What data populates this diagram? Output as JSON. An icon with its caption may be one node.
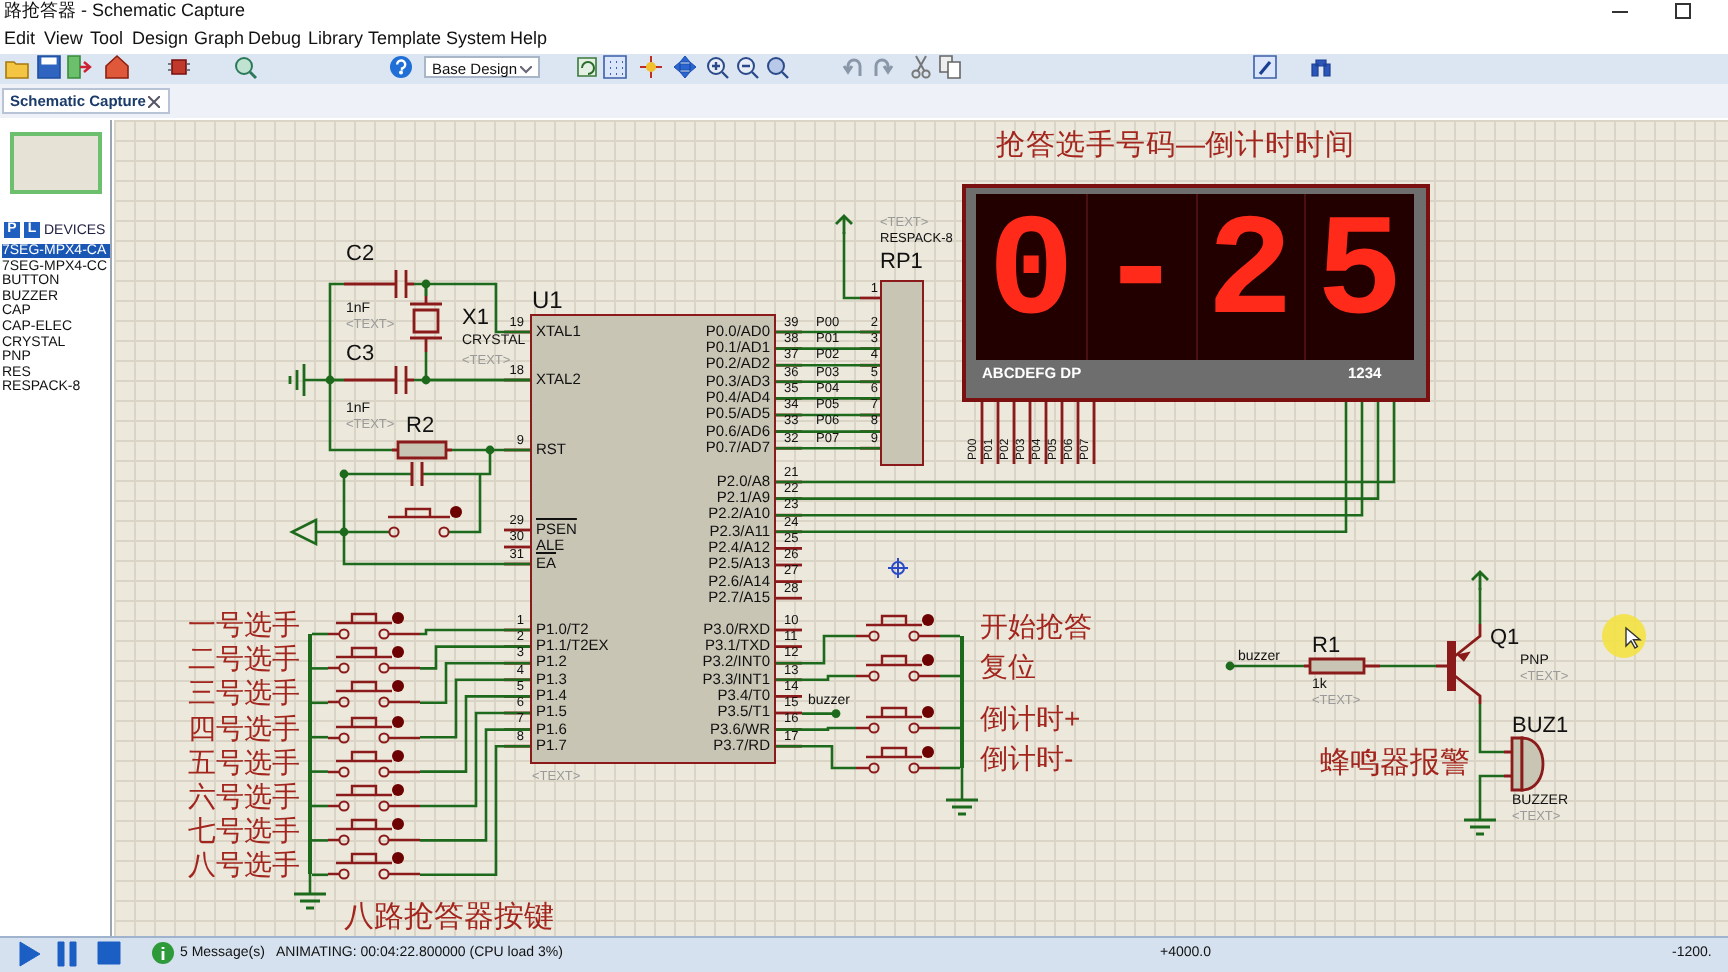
{
  "diagram": {
    "nodes": [
      {
        "text": [
          "U1",
          "XTAL1",
          "XTAL2",
          "RST",
          "PSEN",
          "ALE",
          "EA",
          "P1.0/T2",
          "P1.1/T2EX",
          "P1.2",
          "P1.3",
          "P1.4",
          "P1.5",
          "P1.6",
          "P1.7",
          "P0.0/AD0",
          "P0.1/AD1",
          "P0.2/AD2",
          "P0.3/AD3",
          "P0.4/AD4",
          "P0.5/AD5",
          "P0.6/AD6",
          "P0.7/AD7",
          "P2.0/A8",
          "P2.1/A9",
          "P2.2/A10",
          "P2.3/A11",
          "P2.4/A12",
          "P2.5/A13",
          "P2.6/A14",
          "P2.7/A15",
          "P3.0/RXD",
          "P3.1/TXD",
          "P3.2/INT0",
          "P3.3/INT1",
          "P3.4/T0",
          "P3.5/T1",
          "P3.6/WR",
          "P3.7/RD"
        ],
        "beside": [
          "<TEXT>",
          "19",
          "18",
          "9",
          "29",
          "30",
          "31",
          "1",
          "2",
          "3",
          "4",
          "5",
          "6",
          "7",
          "8",
          "39",
          "38",
          "37",
          "36",
          "35",
          "34",
          "33",
          "32",
          "21",
          "22",
          "23",
          "24",
          "25",
          "26",
          "27",
          "28",
          "10",
          "11",
          "12",
          "13",
          "14",
          "15",
          "16",
          "17"
        ]
      },
      {
        "text": [
          "RP1"
        ],
        "beside": [
          "<TEXT>",
          "RESPACK-8",
          "1",
          "2",
          "3",
          "4",
          "5",
          "6",
          "7",
          "8",
          "9"
        ]
      },
      {
        "text": [
          "抢答选手号码—倒计时时间",
          "0-25",
          "ABCDEFG DP",
          "1234"
        ]
      },
      {
        "text": [
          "C2"
        ],
        "beside": [
          "1nF",
          "<TEXT>"
        ]
      },
      {
        "text": [
          "X1"
        ],
        "beside": [
          "CRYSTAL",
          "<TEXT>"
        ]
      },
      {
        "text": [
          "C3"
        ],
        "beside": [
          "1nF",
          "<TEXT>"
        ]
      },
      {
        "text": [
          "R2"
        ]
      },
      {
        "text": [
          "一号选手"
        ]
      },
      {
        "text": [
          "二号选手"
        ]
      },
      {
        "text": [
          "三号选手"
        ]
      },
      {
        "text": [
          "四号选手"
        ]
      },
      {
        "text": [
          "五号选手"
        ]
      },
      {
        "text": [
          "六号选手"
        ]
      },
      {
        "text": [
          "七号选手"
        ]
      },
      {
        "text": [
          "八号选手"
        ]
      },
      {
        "text": [
          "开始抢答"
        ]
      },
      {
        "text": [
          "复位"
        ]
      },
      {
        "text": [
          "倒计时+"
        ]
      },
      {
        "text": [
          "倒计时-"
        ]
      },
      {
        "text": [
          "R1"
        ],
        "beside": [
          "1k",
          "<TEXT>"
        ]
      },
      {
        "text": [
          "Q1"
        ],
        "beside": [
          "PNP",
          "<TEXT>"
        ]
      },
      {
        "text": [
          "BUZ1"
        ],
        "beside": [
          "BUZZER",
          "<TEXT>"
        ]
      },
      {
        "text": [],
        "shape": "bar"
      },
      {
        "text": [],
        "shape": "ground"
      },
      {
        "text": [],
        "shape": "bar"
      },
      {
        "text": [],
        "shape": "ground"
      }
    ],
    "edges": [
      {
        "from": 3,
        "to": 4,
        "arrow": "none"
      },
      {
        "from": 4,
        "to": 0,
        "arrow": "none"
      },
      {
        "from": 5,
        "to": 0,
        "arrow": "none"
      },
      {
        "from": 3,
        "to": 5,
        "arrow": "none"
      },
      {
        "from": 5,
        "to": 6,
        "arrow": "none"
      },
      {
        "from": 6,
        "to": 0,
        "arrow": "none"
      },
      {
        "from": 0,
        "to": 1,
        "arrow": "none"
      },
      {
        "from": 0,
        "to": 1,
        "arrow": "none"
      },
      {
        "from": 0,
        "to": 1,
        "arrow": "none"
      },
      {
        "from": 0,
        "to": 1,
        "arrow": "none"
      },
      {
        "from": 0,
        "to": 1,
        "arrow": "none"
      },
      {
        "from": 0,
        "to": 1,
        "arrow": "none"
      },
      {
        "from": 0,
        "to": 1,
        "arrow": "none"
      },
      {
        "from": 0,
        "to": 1,
        "arrow": "none"
      },
      {
        "from": 0,
        "to": 2,
        "arrow": "none"
      },
      {
        "from": 0,
        "to": 2,
        "arrow": "none"
      },
      {
        "from": 0,
        "to": 2,
        "arrow": "none"
      },
      {
        "from": 0,
        "to": 2,
        "arrow": "none"
      },
      {
        "from": 7,
        "to": 0,
        "arrow": "none"
      },
      {
        "from": 8,
        "to": 0,
        "arrow": "none"
      },
      {
        "from": 9,
        "to": 0,
        "arrow": "none"
      },
      {
        "from": 10,
        "to": 0,
        "arrow": "none"
      },
      {
        "from": 11,
        "to": 0,
        "arrow": "none"
      },
      {
        "from": 12,
        "to": 0,
        "arrow": "none"
      },
      {
        "from": 13,
        "to": 0,
        "arrow": "none"
      },
      {
        "from": 14,
        "to": 0,
        "arrow": "none"
      },
      {
        "from": 15,
        "to": 0,
        "arrow": "none"
      },
      {
        "from": 16,
        "to": 0,
        "arrow": "none"
      },
      {
        "from": 17,
        "to": 0,
        "arrow": "none"
      },
      {
        "from": 18,
        "to": 0,
        "arrow": "none"
      },
      {
        "from": 19,
        "to": 20,
        "arrow": "none"
      },
      {
        "from": 20,
        "to": 21,
        "arrow": "none"
      },
      {
        "from": 7,
        "to": 22,
        "arrow": "none"
      },
      {
        "from": 8,
        "to": 22,
        "arrow": "none"
      },
      {
        "from": 9,
        "to": 22,
        "arrow": "none"
      },
      {
        "from": 10,
        "to": 22,
        "arrow": "none"
      },
      {
        "from": 11,
        "to": 22,
        "arrow": "none"
      },
      {
        "from": 12,
        "to": 22,
        "arrow": "none"
      },
      {
        "from": 13,
        "to": 22,
        "arrow": "none"
      },
      {
        "from": 14,
        "to": 22,
        "arrow": "none"
      },
      {
        "from": 22,
        "to": 23,
        "arrow": "none"
      },
      {
        "from": 15,
        "to": 24,
        "arrow": "none"
      },
      {
        "from": 16,
        "to": 24,
        "arrow": "none"
      },
      {
        "from": 17,
        "to": 24,
        "arrow": "none"
      },
      {
        "from": 18,
        "to": 24,
        "arrow": "none"
      },
      {
        "from": 24,
        "to": 25,
        "arrow": "none"
      },
      {
        "from": 4,
        "to": 0,
        "arrow": "none"
      }
    ],
    "labels": [
      "路抢答器 - Schematic Capture",
      "Edit",
      "View",
      "Tool",
      "Design",
      "Graph",
      "Debug",
      "Library",
      "Template",
      "System",
      "Help",
      "Base Design",
      "Schematic Capture",
      "P",
      "L",
      "DEVICES",
      "7SEG-MPX4-CA",
      "7SEG-MPX4-CC",
      "BUTTON",
      "BUZZER",
      "CAP",
      "CAP-ELEC",
      "CRYSTAL",
      "PNP",
      "RES",
      "RESPACK-8",
      "P00",
      "P01",
      "P02",
      "P03",
      "P04",
      "P05",
      "P06",
      "P07",
      "P00",
      "P01",
      "P02",
      "P03",
      "P04",
      "P05",
      "P06",
      "P07",
      "buzzer",
      "buzzer",
      "蜂鸣器报警",
      "八路抢答器按键",
      "5 Message(s)",
      "ANIMATING: 00:04:22.800000 (CPU load 3%)",
      "+4000.0",
      "-1200."
    ]
  }
}
